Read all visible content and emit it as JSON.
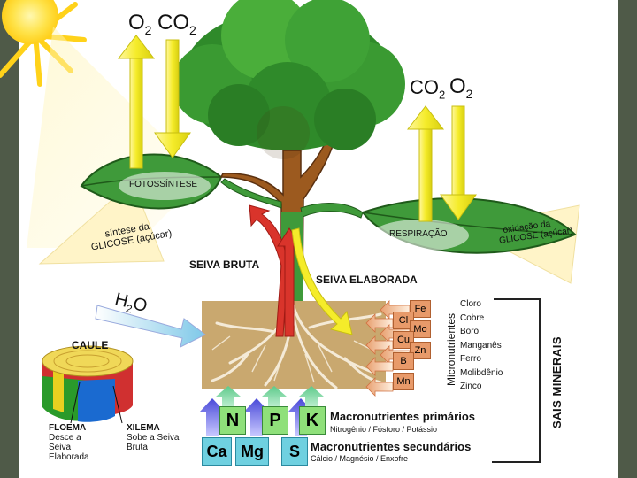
{
  "labels": {
    "o2_left": "O",
    "o2_left_sub": "2",
    "co2_left": "CO",
    "co2_left_sub": "2",
    "co2_right": "CO",
    "co2_right_sub": "2",
    "o2_right": "O",
    "o2_right_sub": "2",
    "fotossintese": "FOTOSSÍNTESE",
    "respiracao": "RESPIRAÇÃO",
    "sintese_line1": "síntese da",
    "sintese_line2": "GLICOSE (açúcar)",
    "oxidacao_line1": "oxidação da",
    "oxidacao_line2": "GLICOSE (açúcar)",
    "seiva_bruta": "SEIVA BRUTA",
    "seiva_elaborada": "SEIVA ELABORADA",
    "h2o_h": "H",
    "h2o_sub": "2",
    "h2o_o": "O",
    "caule": "CAULE",
    "floema_line1": "FLOEMA",
    "floema_line2": "Desce a",
    "floema_line3": "Seiva",
    "floema_line4": "Elaborada",
    "xilema_line1": "XILEMA",
    "xilema_line2": "Sobe a Seiva",
    "xilema_line3": "Bruta"
  },
  "micronutrients": {
    "title": "Micronutrientes",
    "boxes": [
      "Fe",
      "Cl",
      "Mo",
      "Cu",
      "Zn",
      "B",
      "Mn"
    ],
    "names": [
      "Cloro",
      "Cobre",
      "Boro",
      "Manganês",
      "Ferro",
      "Molibdênio",
      "Zinco"
    ]
  },
  "sais_minerais": "SAIS MINERAIS",
  "macro_primary": {
    "boxes": [
      "N",
      "P",
      "K"
    ],
    "title": "Macronutrientes primários",
    "subtitle": "Nitrogênio / Fósforo / Potássio"
  },
  "macro_secondary": {
    "boxes": [
      "Ca",
      "Mg",
      "S"
    ],
    "title": "Macronutrientes secundários",
    "subtitle": "Cálcio / Magnésio / Enxofre"
  },
  "colors": {
    "border": "#4f5a48",
    "leaf": "#3f9a3a",
    "canopy": "#2f8a2a",
    "trunk": "#9c5a1f",
    "soil": "#c9a86f",
    "root": "#f4ead7",
    "yellow_arrow": "#f5ec2a",
    "red_arrow": "#d9342b",
    "macro_primary_box": "#8fe07a",
    "macro_secondary_box": "#6fd0e0",
    "micro_box": "#e89a6a"
  }
}
